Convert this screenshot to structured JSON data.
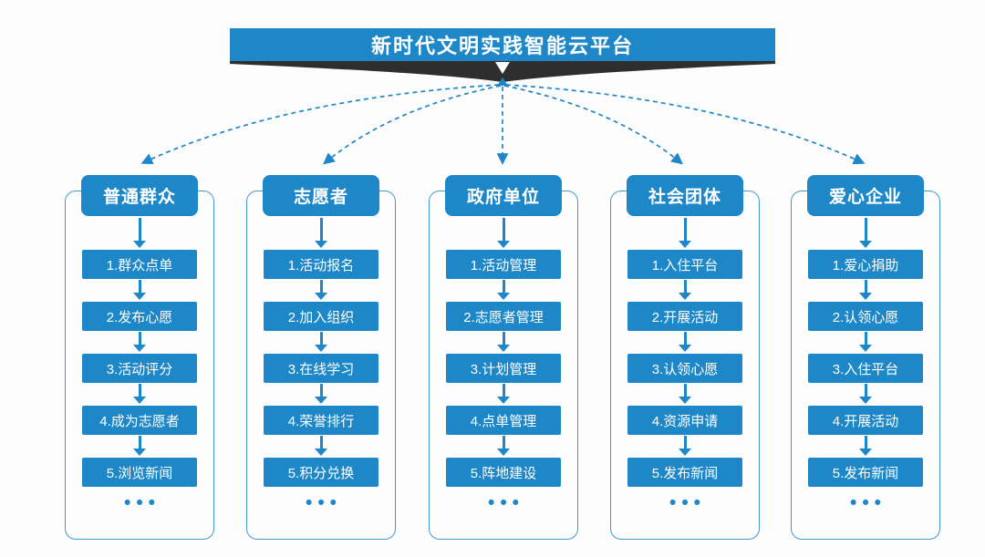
{
  "title": "新时代文明实践智能云平台",
  "colors": {
    "primary_blue": "#1e87c7",
    "frame_border_blue": "#4399d2",
    "ribbon_dark": "#2e2e2e",
    "text_on_blue": "#ffffff",
    "background": "#fdfdfd"
  },
  "icons": {
    "ribbon_arrow": "white-down-triangle",
    "hub_marker": "blue-up-triangle",
    "branch_lines": "blue-dashed-curves-with-arrowheads"
  },
  "columns": [
    {
      "header": "普通群众",
      "steps": [
        "1.群众点单",
        "2.发布心愿",
        "3.活动评分",
        "4.成为志愿者",
        "5.浏览新闻"
      ],
      "ellipsis": "•••"
    },
    {
      "header": "志愿者",
      "steps": [
        "1.活动报名",
        "2.加入组织",
        "3.在线学习",
        "4.荣誉排行",
        "5.积分兑换"
      ],
      "ellipsis": "•••"
    },
    {
      "header": "政府单位",
      "steps": [
        "1.活动管理",
        "2.志愿者管理",
        "3.计划管理",
        "4.点单管理",
        "5.阵地建设"
      ],
      "ellipsis": "•••"
    },
    {
      "header": "社会团体",
      "steps": [
        "1.入住平台",
        "2.开展活动",
        "3.认领心愿",
        "4.资源申请",
        "5.发布新闻"
      ],
      "ellipsis": "•••"
    },
    {
      "header": "爱心企业",
      "steps": [
        "1.爱心捐助",
        "2.认领心愿",
        "3.入住平台",
        "4.开展活动",
        "5.发布新闻"
      ],
      "ellipsis": "•••"
    }
  ]
}
